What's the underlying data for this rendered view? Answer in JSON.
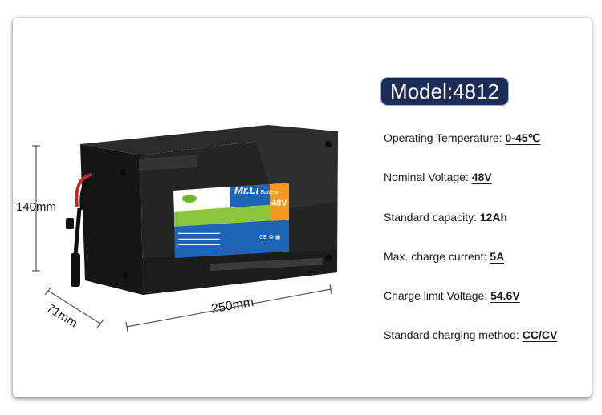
{
  "model": "Model:4812",
  "specs": [
    {
      "label": "Operating Temperature: ",
      "value": "0-45℃"
    },
    {
      "label": "Nominal Voltage: ",
      "value": "48V"
    },
    {
      "label": "Standard capacity: ",
      "value": "12Ah"
    },
    {
      "label": "Max. charge current: ",
      "value": "5A"
    },
    {
      "label": "Charge limit Voltage: ",
      "value": "54.6V"
    },
    {
      "label": "Standard charging method: ",
      "value": "CC/CV"
    }
  ],
  "dimensions": {
    "height": "140mm",
    "depth": "71mm",
    "width": "250mm"
  },
  "label": {
    "brand": "Mr.Li",
    "brand_sub": "Battery",
    "voltage": "48V"
  },
  "colors": {
    "badge": "#1b2d57",
    "body": "#1f1f1f",
    "label_blue": "#1e63b4",
    "label_green": "#8cc63f",
    "label_orange": "#f39a1e"
  }
}
